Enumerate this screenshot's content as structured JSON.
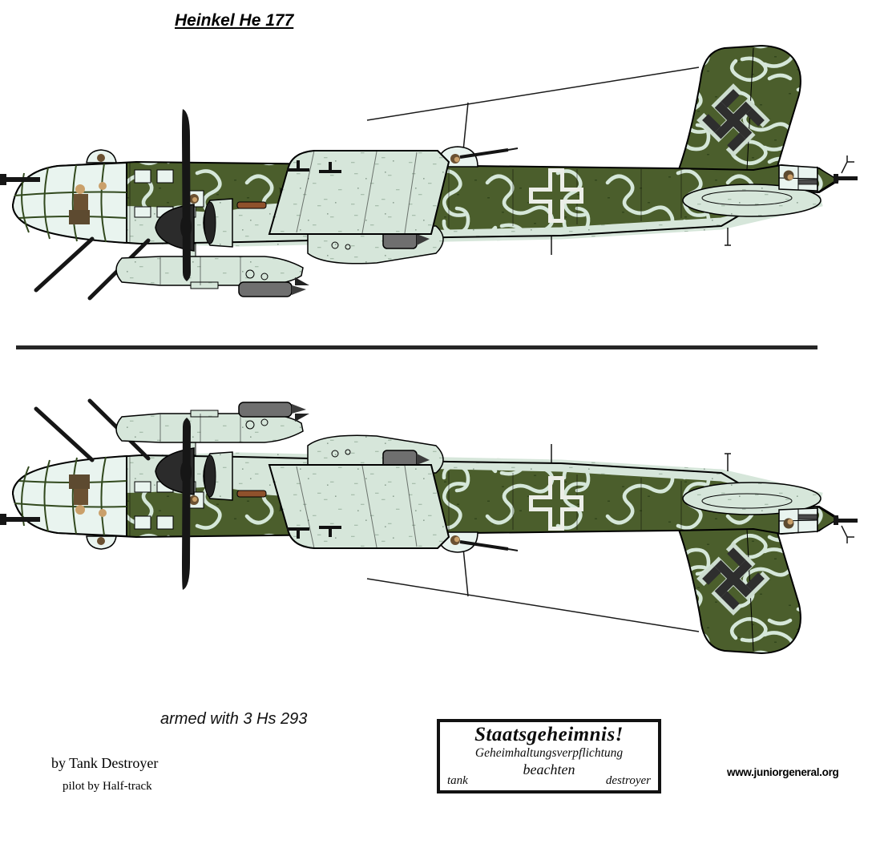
{
  "title": "Heinkel He 177",
  "captions": {
    "armament": "armed with 3 Hs 293"
  },
  "credits": {
    "by": "by Tank Destroyer",
    "pilot": "pilot by Half-track"
  },
  "stamp": {
    "headline": "Staatsgeheimnis!",
    "line2": "Geheimhaltungsverpflichtung",
    "line3": "beachten",
    "bottom_left": "tank",
    "bottom_right": "destroyer"
  },
  "footer": {
    "website": "www.juniorgeneral.org"
  },
  "aircraft": {
    "model": "Heinkel He 177",
    "views": [
      "left side profile",
      "mirrored left side profile"
    ],
    "markings": {
      "tail": "swastika",
      "fuselage": "balkenkreuz",
      "weapon": "Hs 293 glide bombs"
    },
    "colors": {
      "camo_green": "#4b5e2c",
      "camo_squiggle": "#d5e7d9",
      "underside_pale": "#d6e6da",
      "canopy_glazing": "#e9f4ef",
      "propeller_black": "#161616",
      "booster_grey": "#6f6f6f",
      "exhaust_brown": "#8f512c",
      "divider": "#262626"
    }
  }
}
